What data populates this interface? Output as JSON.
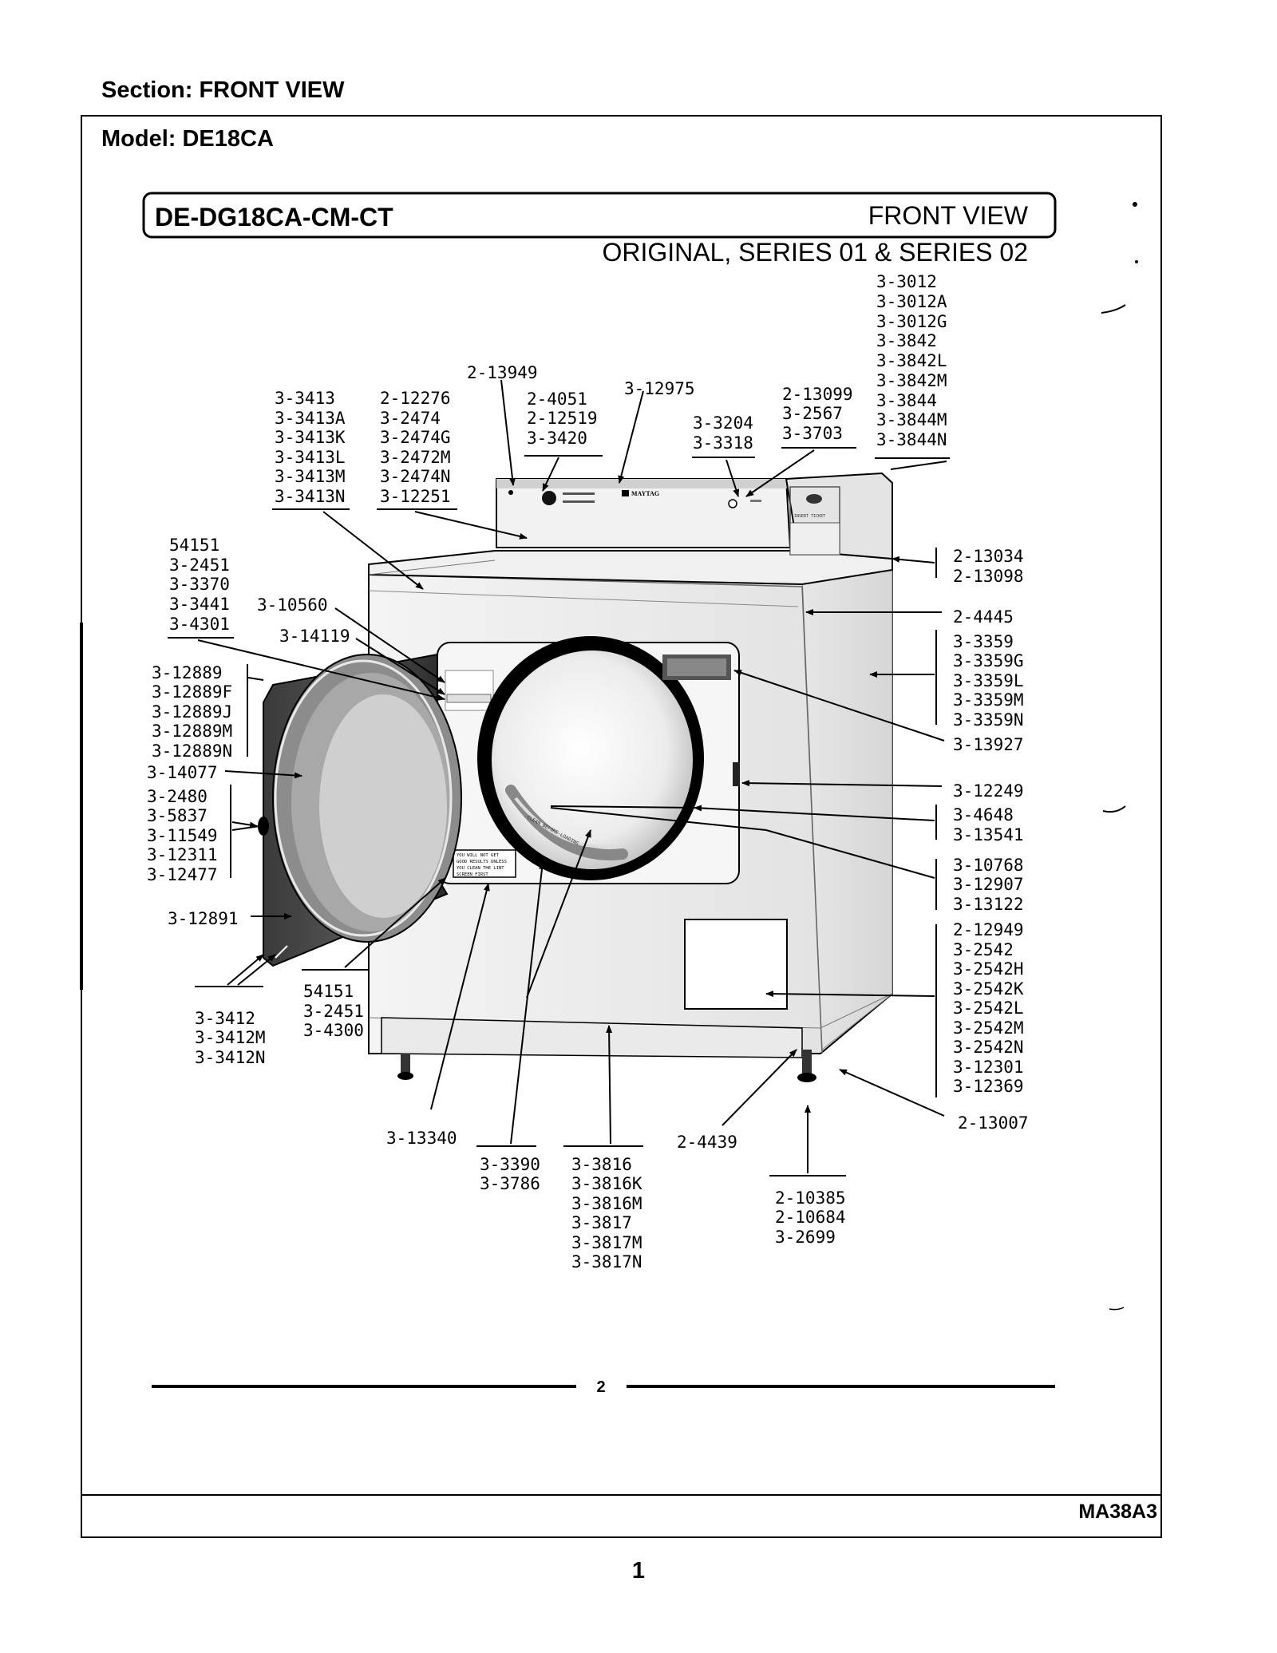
{
  "section_line": "Section:  FRONT VIEW",
  "model_line": "Model:  DE18CA",
  "banner": {
    "model": "DE-DG18CA-CM-CT",
    "view": "FRONT VIEW",
    "series": "ORIGINAL, SERIES 01 & SERIES 02"
  },
  "panel_text": {
    "brand": "MAYTAG",
    "door_notice": [
      "YOU WILL NOT GET",
      "GOOD RESULTS UNLESS",
      "YOU CLEAN THE LINT",
      "SCREEN FIRST"
    ],
    "lint_screen": "CLEAN BEFORE LOADING"
  },
  "callouts": {
    "c3012": [
      "3-3012",
      "3-3012A",
      "3-3012G",
      "3-3842",
      "3-3842L",
      "3-3842M",
      "3-3844",
      "3-3844M",
      "3-3844N"
    ],
    "c13949": [
      "2-13949"
    ],
    "c12975": [
      "3-12975"
    ],
    "c4051": [
      "2-4051",
      "2-12519",
      "3-3420"
    ],
    "c13099": [
      "2-13099",
      "3-2567",
      "3-3703"
    ],
    "c3204": [
      "3-3204",
      "3-3318"
    ],
    "c3413": [
      "3-3413",
      "3-3413A",
      "3-3413K",
      "3-3413L",
      "3-3413M",
      "3-3413N"
    ],
    "c12276": [
      "2-12276",
      "3-2474",
      "3-2474G",
      "3-2472M",
      "3-2474N",
      "3-12251"
    ],
    "c54151a": [
      "54151",
      "3-2451",
      "3-3370",
      "3-3441",
      "3-4301"
    ],
    "c10560": [
      "3-10560"
    ],
    "c14119": [
      "3-14119"
    ],
    "c12889": [
      "3-12889",
      "3-12889F",
      "3-12889J",
      "3-12889M",
      "3-12889N"
    ],
    "c14077": [
      "3-14077"
    ],
    "c2480": [
      "3-2480",
      "3-5837",
      "3-11549",
      "3-12311",
      "3-12477"
    ],
    "c12891": [
      "3-12891"
    ],
    "c3412": [
      "3-3412",
      "3-3412M",
      "3-3412N"
    ],
    "c54151b": [
      "54151",
      "3-2451",
      "3-4300"
    ],
    "c13340": [
      "3-13340"
    ],
    "c3390": [
      "3-3390",
      "3-3786"
    ],
    "c3816": [
      "3-3816",
      "3-3816K",
      "3-3816M",
      "3-3817",
      "3-3817M",
      "3-3817N"
    ],
    "c4439": [
      "2-4439"
    ],
    "c10385": [
      "2-10385",
      "2-10684",
      "3-2699"
    ],
    "c13034": [
      "2-13034",
      "2-13098"
    ],
    "c4445": [
      "2-4445"
    ],
    "c3359": [
      "3-3359",
      "3-3359G",
      "3-3359L",
      "3-3359M",
      "3-3359N"
    ],
    "c13927": [
      "3-13927"
    ],
    "c12249": [
      "3-12249"
    ],
    "c4648": [
      "3-4648",
      "3-13541"
    ],
    "c10768": [
      "3-10768",
      "3-12907",
      "3-13122"
    ],
    "c12949": [
      "2-12949",
      "3-2542",
      "3-2542H",
      "3-2542K",
      "3-2542L",
      "3-2542M",
      "3-2542N",
      "3-12301",
      "3-12369"
    ],
    "c13007": [
      "2-13007"
    ]
  },
  "catalog_page": "2",
  "doc_code": "MA38A3",
  "page_number": "1"
}
